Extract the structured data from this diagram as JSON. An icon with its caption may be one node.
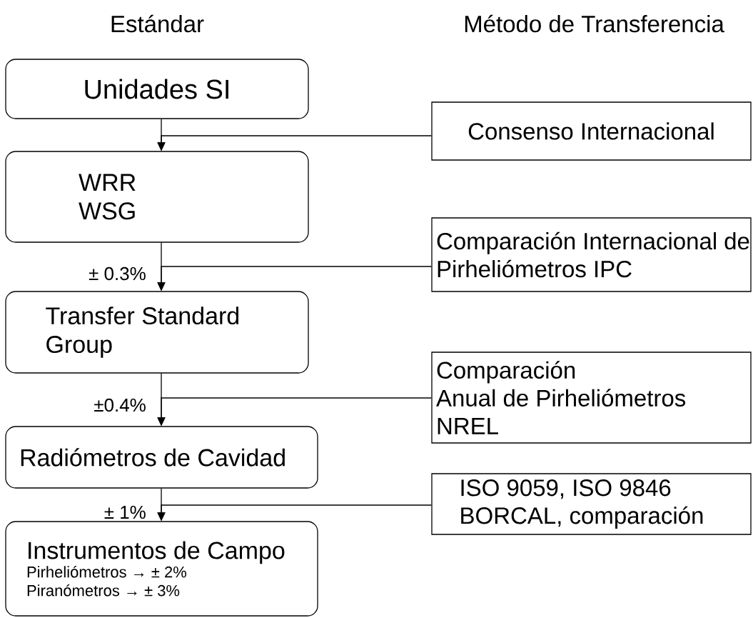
{
  "diagram": {
    "nodes": [
      {
        "text": [
          "Unidades SI"
        ]
      },
      {
        "text": [
          "WRR",
          "WSG"
        ]
      },
      {
        "text": [
          "Transfer Standard Group"
        ]
      },
      {
        "text": [
          "Radiómetros de Cavidad"
        ]
      },
      {
        "text": [
          "Instrumentos de Campo",
          "Pirheliómetros  → ± 2%",
          "Piranómetros  → ± 3%"
        ]
      },
      {
        "text": [
          "Consenso Internacional"
        ]
      },
      {
        "text": [
          "Comparación Internacional de Pirheliómetros IPC"
        ]
      },
      {
        "text": [
          "Comparación Anual de Pirheliómetros NREL"
        ]
      },
      {
        "text": [
          "ISO 9059, ISO 9846 BORCAL, comparación"
        ]
      }
    ],
    "edges": [
      {
        "from": 0,
        "to": 1,
        "arrow": "to"
      },
      {
        "from": 5,
        "to": 1,
        "arrow": "to"
      },
      {
        "from": 1,
        "to": 2,
        "arrow": "to",
        "label": "± 0.3%"
      },
      {
        "from": 6,
        "to": 2,
        "arrow": "to"
      },
      {
        "from": 2,
        "to": 3,
        "arrow": "to",
        "label": "±0.4%"
      },
      {
        "from": 7,
        "to": 3,
        "arrow": "to"
      },
      {
        "from": 3,
        "to": 4,
        "arrow": "to",
        "label": "± 1%"
      },
      {
        "from": 8,
        "to": 4,
        "arrow": "to"
      }
    ],
    "labels": [
      "Estándar",
      "Método de Transferencia"
    ]
  }
}
